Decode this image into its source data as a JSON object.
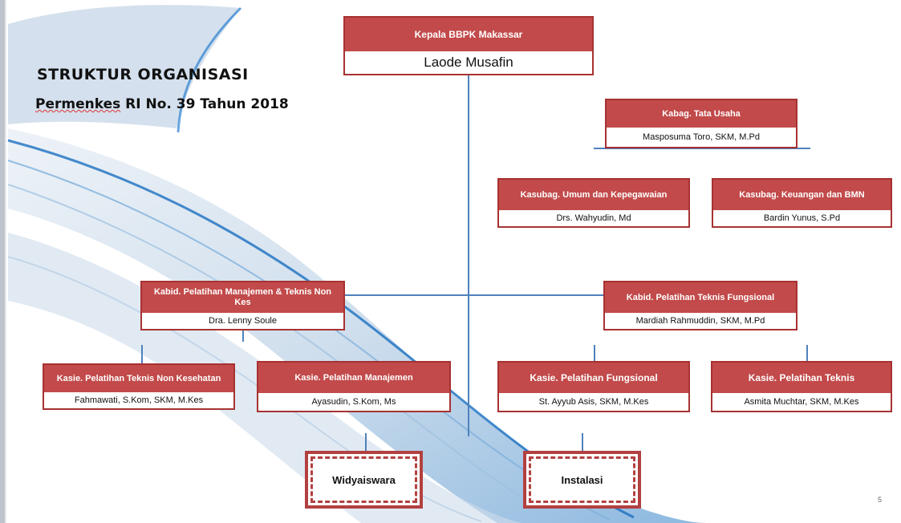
{
  "title": "STRUKTUR ORGANISASI",
  "subtitle": {
    "prefix": "Permenkes",
    "rest": " RI No. 39 Tahun 2018"
  },
  "chart": {
    "head": {
      "title": "Kepala BBPK Makassar",
      "name": "Laode Musafin"
    },
    "tu": {
      "title": "Kabag. Tata Usaha",
      "name": "Masposuma Toro, SKM, M.Pd"
    },
    "umum": {
      "title": "Kasubag. Umum dan Kepegawaian",
      "name": "Drs. Wahyudin, Md"
    },
    "keuangan": {
      "title": "Kasubag. Keuangan dan BMN",
      "name": "Bardin Yunus, S.Pd"
    },
    "manajemen_section": {
      "title": "Kabid. Pelatihan Manajemen & Teknis Non Kes",
      "name": "Dra. Lenny Soule"
    },
    "fungsional_section": {
      "title": "Kabid. Pelatihan Teknis Fungsional",
      "name": "Mardiah Rahmuddin, SKM, M.Pd"
    },
    "teknis_non_kes": {
      "title": "Kasie. Pelatihan Teknis Non Kesehatan",
      "name": "Fahmawati, S.Kom, SKM, M.Kes"
    },
    "manajemen": {
      "title": "Kasie. Pelatihan Manajemen",
      "name": "Ayasudin, S.Kom, Ms"
    },
    "fungsional": {
      "title": "Kasie. Pelatihan Fungsional",
      "name": "St. Ayyub Asis, SKM, M.Kes"
    },
    "teknis": {
      "title": "Kasie. Pelatihan Teknis",
      "name": "Asmita Muchtar, SKM, M.Kes"
    },
    "widyaiswara": "Widyaiswara",
    "instalasi": "Instalasi"
  },
  "page_number": "5",
  "colors": {
    "box_header": "#c24a4a",
    "box_border": "#a73232",
    "connector": "#4f81bd"
  }
}
